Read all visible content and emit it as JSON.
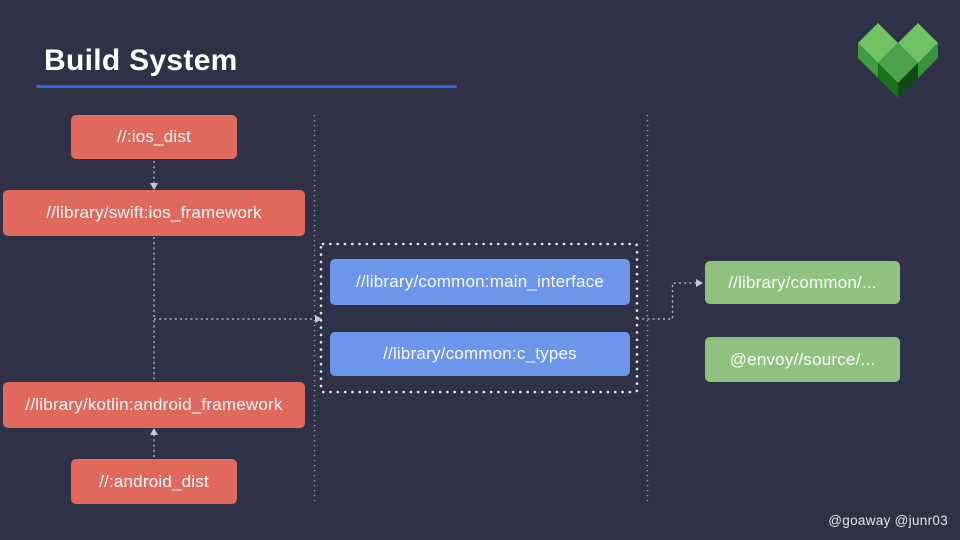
{
  "slide": {
    "title": "Build System",
    "attribution": "@goaway @junr03"
  },
  "logo": {
    "name": "envoy-mobile-logo",
    "colors": {
      "top_faces": "#70c263",
      "center_top": "#4da24b",
      "left_side": "#419b43",
      "right_side": "#38943c",
      "front_left": "#17701c",
      "front_right": "#0b4d11"
    }
  },
  "colors": {
    "background": "#2f3247",
    "red_node": "#e0695e",
    "blue_node": "#6b96ea",
    "green_node": "#90c27f",
    "title_underline": "#3066cf",
    "dotted_line": "#c6c9d4"
  },
  "diagram": {
    "nodes": [
      {
        "id": "ios-dist",
        "label": "//:ios_dist",
        "color": "red"
      },
      {
        "id": "swift-ios-framework",
        "label": "//library/swift:ios_framework",
        "color": "red"
      },
      {
        "id": "common-main-interface",
        "label": "//library/common:main_interface",
        "color": "blue"
      },
      {
        "id": "common-c-types",
        "label": "//library/common:c_types",
        "color": "blue"
      },
      {
        "id": "common-sources",
        "label": "//library/common/...",
        "color": "green"
      },
      {
        "id": "envoy-sources",
        "label": "@envoy//source/...",
        "color": "green"
      },
      {
        "id": "kotlin-android-framework",
        "label": "//library/kotlin:android_framework",
        "color": "red"
      },
      {
        "id": "android-dist",
        "label": "//:android_dist",
        "color": "red"
      }
    ],
    "edges": [
      {
        "from": "ios-dist",
        "to": "swift-ios-framework"
      },
      {
        "from": "swift-ios-framework",
        "to": "common-group"
      },
      {
        "from": "android-dist",
        "to": "kotlin-android-framework"
      },
      {
        "from": "kotlin-android-framework",
        "to": "common-group"
      },
      {
        "from": "common-group",
        "to": "common-sources"
      }
    ]
  }
}
